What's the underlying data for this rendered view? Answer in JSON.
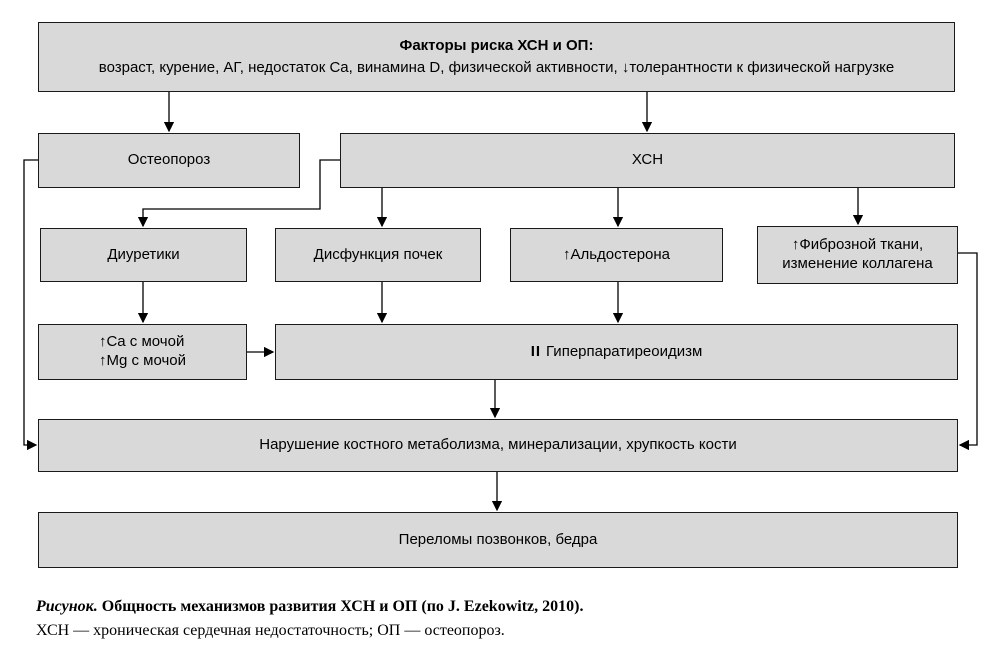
{
  "figure": {
    "boxes": {
      "risk_factors": {
        "title": "Факторы риска ХСН и ОП:",
        "subtitle": "возраст, курение, АГ, недостаток Ca, винамина D, физической активности, ↓толерантности к физической нагрузке"
      },
      "osteoporosis": {
        "label": "Остеопороз"
      },
      "chf": {
        "label": "ХСН"
      },
      "diuretics": {
        "label": "Диуретики"
      },
      "renal_dysfunction": {
        "label": "Дисфункция почек"
      },
      "aldosterone": {
        "label": "↑Альдостерона"
      },
      "fibrous_tissue": {
        "line1": "↑Фиброзной ткани,",
        "line2": "изменение коллагена"
      },
      "urine_loss": {
        "line1": "↑Ca с мочой",
        "line2": "↑Mg с мочой"
      },
      "hyperparathyroidism": {
        "prefix": "II",
        "label": "Гиперпаратиреоидизм"
      },
      "bone_metabolism": {
        "label": "Нарушение костного метаболизма, минерализации, хрупкость кости"
      },
      "fractures": {
        "label": "Переломы позвонков, бедра"
      }
    },
    "caption": {
      "figure_word": "Рисунок.",
      "title": "Общность механизмов развития ХСН и ОП (по J. Ezekowitz, 2010).",
      "legend": "ХСН — хроническая сердечная недостаточность; ОП — остеопороз."
    },
    "colors": {
      "box_fill": "#d9d9d9",
      "box_border": "#1a1a1a",
      "line": "#000000",
      "background": "#ffffff"
    }
  }
}
